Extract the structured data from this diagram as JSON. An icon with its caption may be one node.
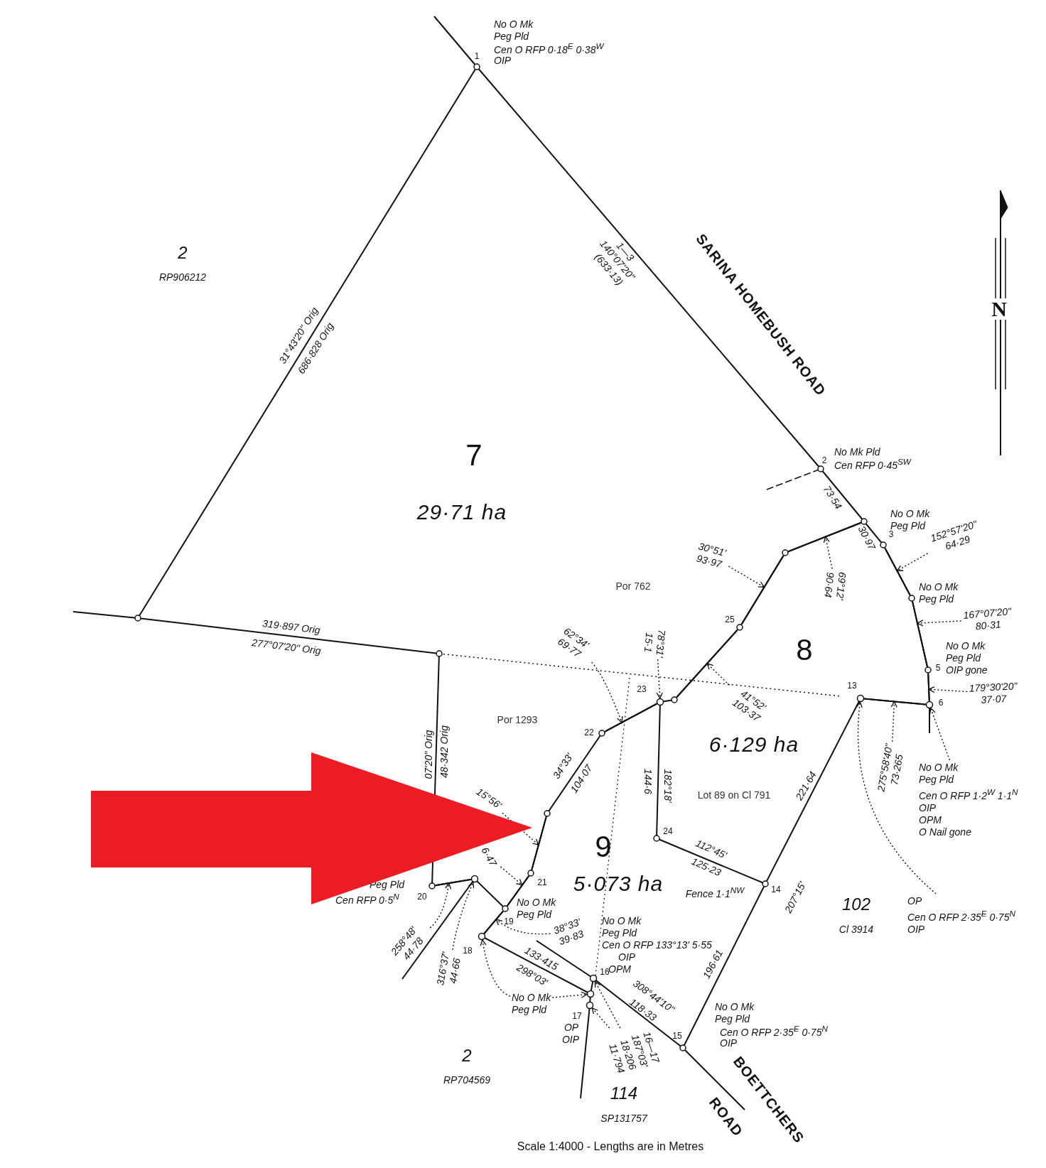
{
  "diagram": {
    "caption": "Scale 1:4000 - Lengths are in Metres",
    "nodes": [
      {
        "text": [
          "30°51'",
          "93·97"
        ]
      },
      {
        "text": [
          "69°12'",
          "90·64"
        ]
      },
      {
        "text": [
          "152°57'20\"",
          "64·29"
        ]
      },
      {
        "text": [
          "167°07'20\"",
          "80·31"
        ]
      },
      {
        "text": [
          "179°30'20\"",
          "37·07"
        ]
      },
      {
        "text": [
          "41°52'",
          "103·37"
        ]
      },
      {
        "text": [
          "62°34'",
          "69·77"
        ]
      },
      {
        "text": [
          "78°31'",
          "15·1"
        ]
      },
      {
        "text": [
          "275°58'40\"",
          "73·265"
        ]
      },
      {
        "text": [
          "No O Mk",
          "Peg Pld",
          "Cen O RFP 1·2$^{W}$ 1·1$^{N}$",
          "OIP",
          "OPM",
          "O Nail gone"
        ]
      },
      {
        "text": [
          "OP",
          "Cen O RFP 2·35$^{E}$ 0·75$^{N}$",
          "OIP"
        ]
      },
      {
        "text": [
          "15°56'"
        ]
      },
      {
        "text": [
          "6·47"
        ]
      },
      {
        "text": [
          "258°48'",
          "44·78"
        ]
      },
      {
        "text": [
          "316°37'",
          "44·66"
        ]
      },
      {
        "text": [
          "38°33'",
          "39·83"
        ]
      },
      {
        "text": [
          "No O Mk",
          "Peg Pld"
        ]
      },
      {
        "text": [
          "16—17",
          "187°03'",
          "18·206",
          "11·794"
        ]
      },
      {
        "text": [],
        "shape": "line"
      },
      {
        "text": [],
        "shape": "line"
      },
      {
        "text": [],
        "shape": "line"
      },
      {
        "text": [],
        "shape": "line"
      },
      {
        "text": [],
        "shape": "line"
      },
      {
        "text": [],
        "shape": "line"
      },
      {
        "text": [],
        "shape": "circle"
      },
      {
        "text": [],
        "shape": "line"
      },
      {
        "text": [],
        "shape": "circle"
      },
      {
        "text": [],
        "shape": "circle"
      },
      {
        "text": [],
        "shape": "line"
      },
      {
        "text": [],
        "shape": "line"
      },
      {
        "text": [],
        "shape": "circle"
      },
      {
        "text": [],
        "shape": "line"
      },
      {
        "text": [],
        "shape": "line"
      },
      {
        "text": [],
        "shape": "line"
      },
      {
        "text": [],
        "shape": "circle"
      },
      {
        "text": [],
        "shape": "circle"
      },
      {
        "text": [],
        "shape": "circle"
      },
      {
        "text": [],
        "shape": "circle"
      }
    ],
    "edges": [
      {
        "from": 0,
        "to": 20,
        "arrow": "to"
      },
      {
        "from": 1,
        "to": 18,
        "arrow": "to"
      },
      {
        "from": 2,
        "to": 19,
        "arrow": "to"
      },
      {
        "from": 3,
        "to": 21,
        "arrow": "to"
      },
      {
        "from": 4,
        "to": 23,
        "arrow": "to"
      },
      {
        "from": 5,
        "to": 22,
        "arrow": "to"
      },
      {
        "from": 6,
        "to": 28,
        "arrow": "to"
      },
      {
        "from": 7,
        "to": 26,
        "arrow": "to"
      },
      {
        "from": 8,
        "to": 25,
        "arrow": "to"
      },
      {
        "from": 9,
        "to": 27,
        "arrow": "to"
      },
      {
        "from": 10,
        "to": 24,
        "arrow": "to"
      },
      {
        "from": 11,
        "to": 29,
        "arrow": "to"
      },
      {
        "from": 12,
        "to": 32,
        "arrow": "to"
      },
      {
        "from": 13,
        "to": 31,
        "arrow": "to"
      },
      {
        "from": 14,
        "to": 30,
        "arrow": "to"
      },
      {
        "from": 15,
        "to": 33,
        "arrow": "to"
      },
      {
        "from": 16,
        "to": 34,
        "arrow": "to"
      },
      {
        "from": 16,
        "to": 36,
        "arrow": "to"
      },
      {
        "from": 17,
        "to": 35,
        "arrow": "to"
      },
      {
        "from": 17,
        "to": 37,
        "arrow": "to"
      }
    ],
    "labels": [
      "No O Mk",
      "Peg Pld",
      "Cen O RFP 0·18$^{E}$ 0·38$^{W}$",
      "OIP",
      "1",
      "N",
      "2",
      "RP906212",
      "1—3",
      "140°07'20\"",
      "(633·13)",
      "SARINA HOMEBUSH ROAD",
      "31°43'20\" Orig",
      "686·828 Orig",
      "7",
      "29·71 ha",
      "2",
      "No Mk Pld",
      "Cen RFP 0·45$^{SW}$",
      "73·54",
      "No O Mk",
      "Peg Pld",
      "30·97",
      "3",
      "Por 762",
      "No O Mk",
      "Peg Pld",
      "25",
      "319·897 Orig",
      "277°07'20\" Orig",
      "8",
      "No O Mk",
      "Peg Pld",
      "5",
      "OIP gone",
      "13",
      "6",
      "23",
      "Por 1293",
      "22",
      "6·129 ha",
      "07'20\" Orig",
      "48·342 Orig",
      "34°33'",
      "104·07",
      "144·6",
      "182°18'",
      "221·64",
      "Lot 89 on Cl 791",
      "24",
      "9",
      "Peg Pld",
      "Cen RFP 0·5$^{N}$",
      "21",
      "5·073 ha",
      "112°45'",
      "125·23",
      "Fence 1·1$^{NW}$",
      "14",
      "207°15'",
      "20",
      "No O Mk",
      "Peg Pld",
      "19",
      "102",
      "No O Mk",
      "Peg Pld",
      "Cen O RFP 133°13' 5·55",
      "OIP",
      "OPM",
      "Cl 3914",
      "18",
      "133·415",
      "298°03'",
      "196·61",
      "16",
      "308°44'10\"",
      "118·33",
      "No O Mk",
      "Peg Pld",
      "Cen O RFP 2·35$^{E}$ 0·75$^{N}$",
      "OIP",
      "17",
      "OP",
      "OIP",
      "15",
      "2",
      "RP704569",
      "BOETTCHERS",
      "ROAD",
      "114",
      "SP131757"
    ]
  }
}
